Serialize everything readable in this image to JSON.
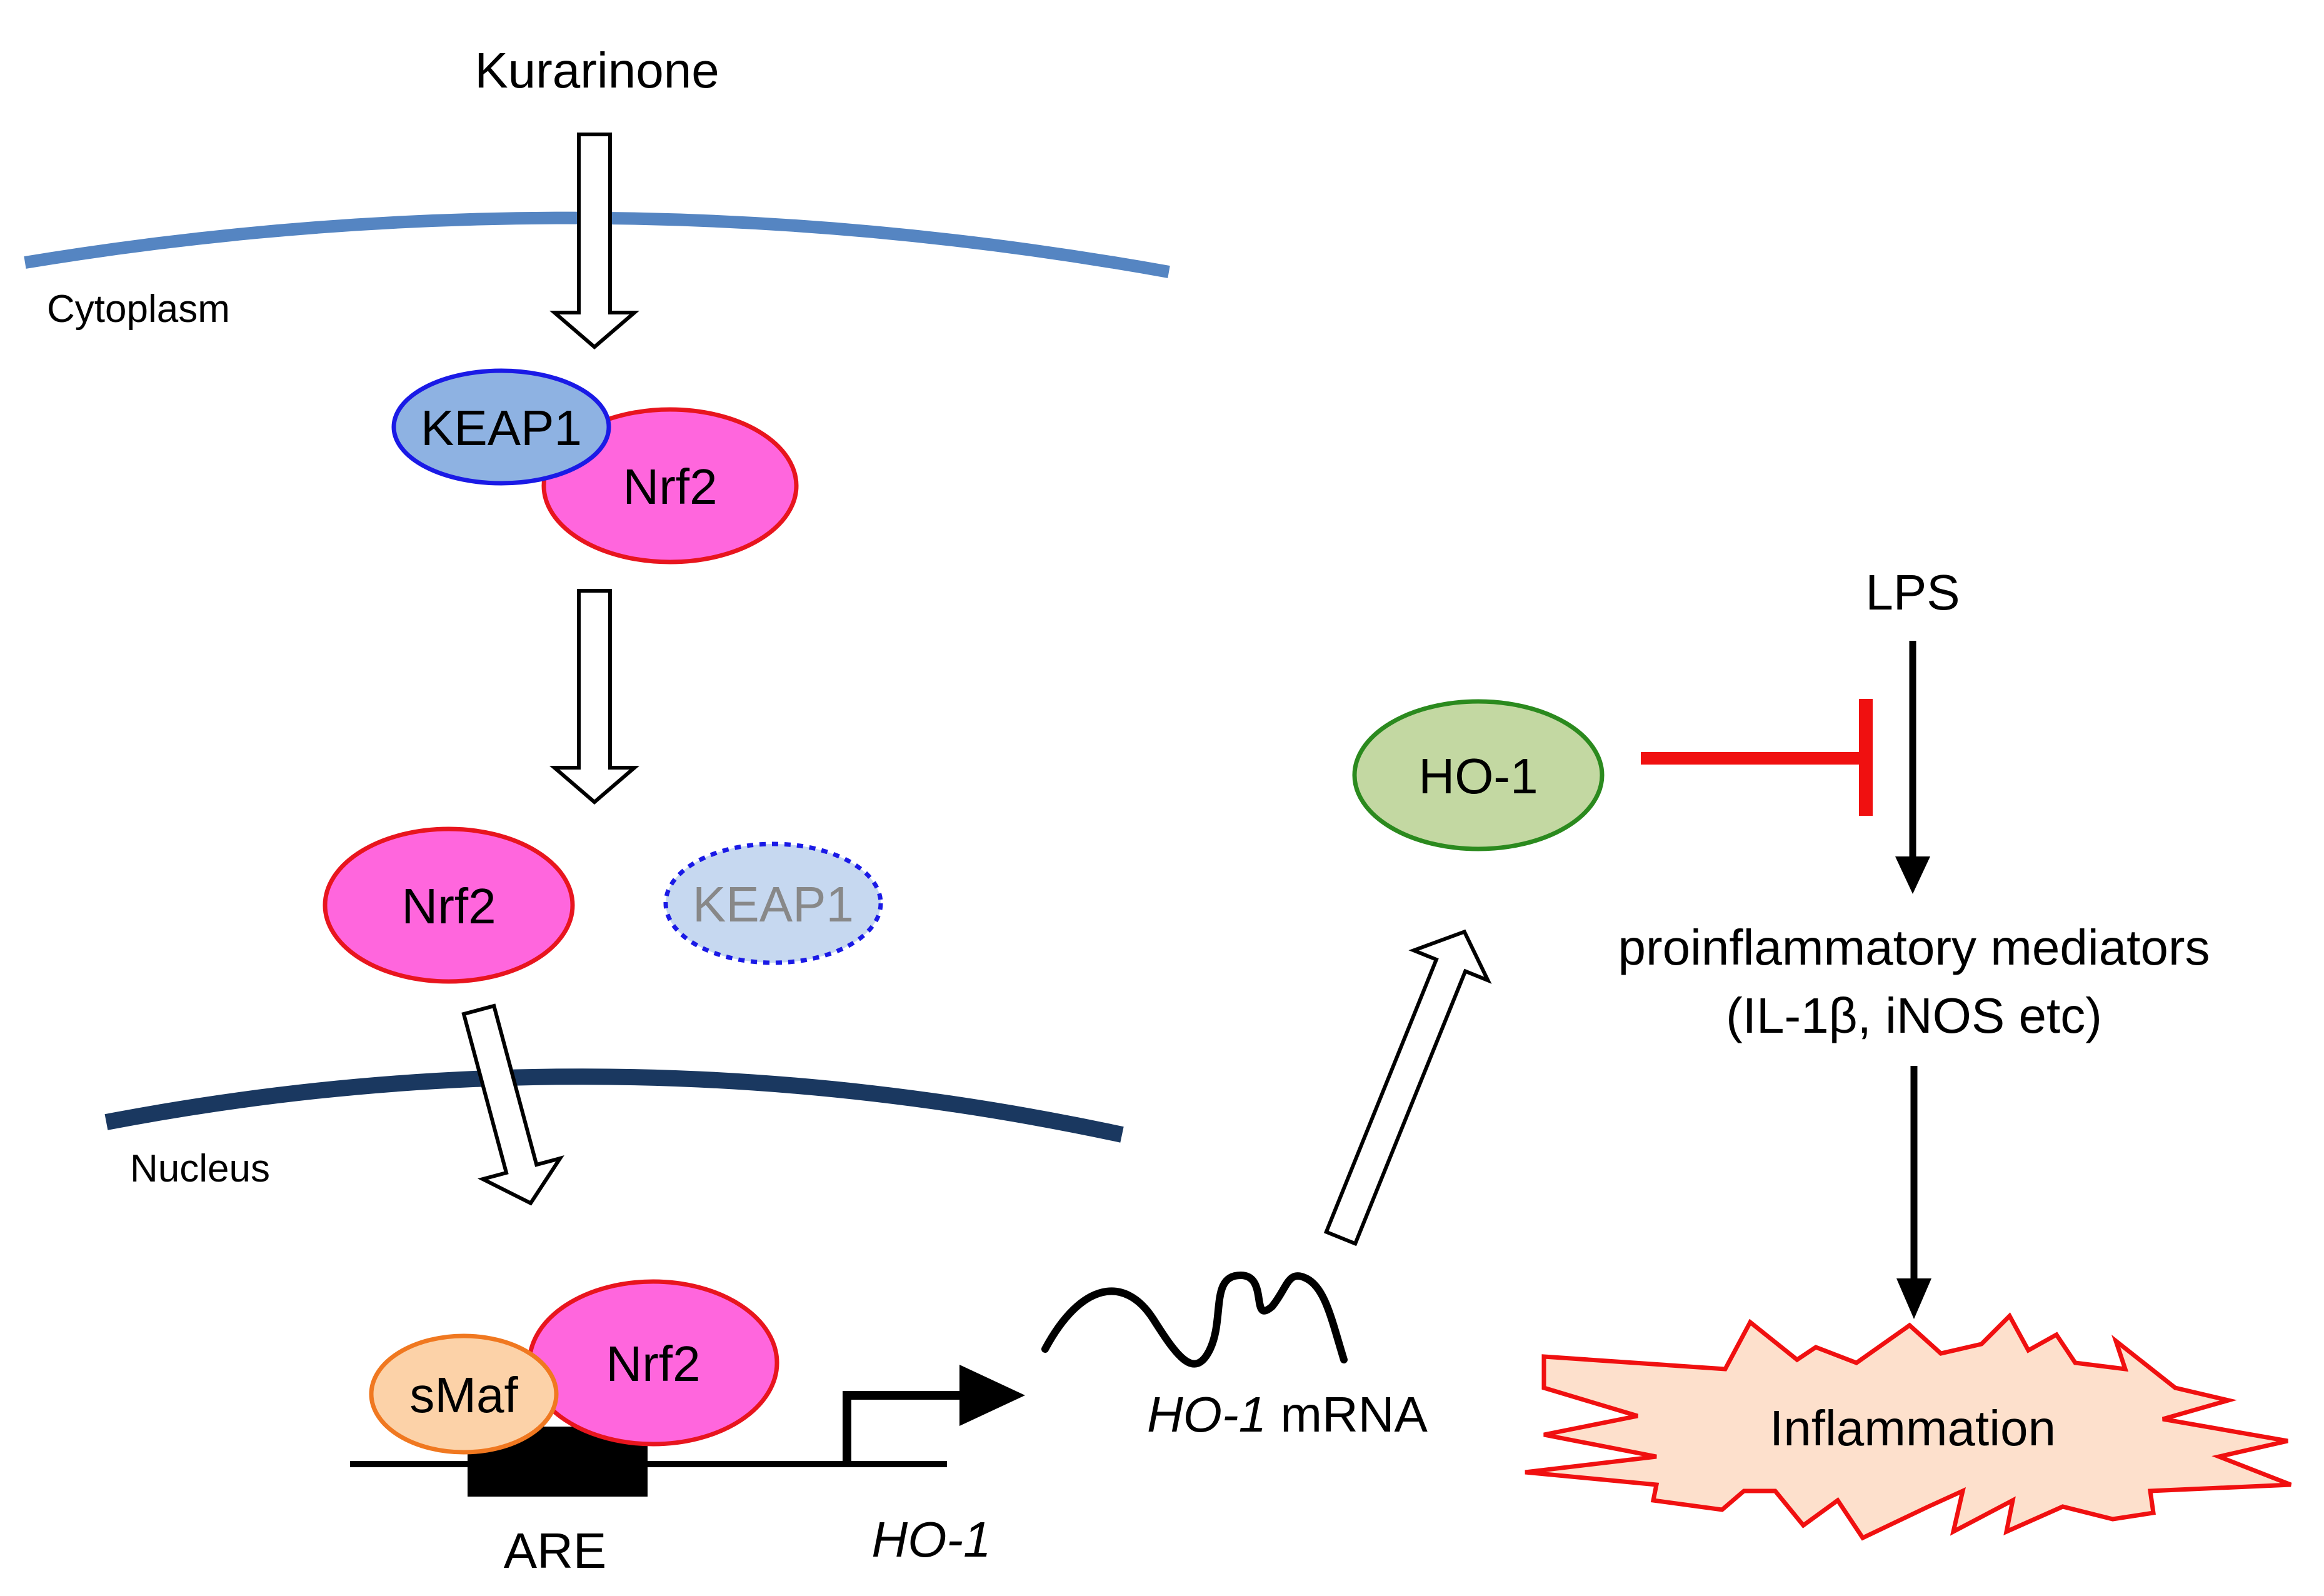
{
  "labels": {
    "kurarinone": "Kurarinone",
    "cytoplasm": "Cytoplasm",
    "nucleus": "Nucleus",
    "keap1": "KEAP1",
    "nrf2": "Nrf2",
    "keap1_released": "KEAP1",
    "smaf": "sMaf",
    "are": "ARE",
    "ho1_gene": "HO-1",
    "ho1_mrna_gene": "HO-1",
    "mrna": " mRNA",
    "ho1_protein": "HO-1",
    "lps": "LPS",
    "mediators_line1": "proinflammatory mediators",
    "mediators_line2": "(IL-1β, iNOS etc)",
    "inflammation": "Inflammation"
  },
  "colors": {
    "cytoplasm_membrane": "#5585c2",
    "nuclear_membrane": "#1a3860",
    "nrf2_fill": "#ff66dd",
    "nrf2_stroke": "#e8151e",
    "keap1_fill": "#8eb2e2",
    "keap1_stroke": "#1a1ae6",
    "keap1_released_fill": "#c6d8f0",
    "keap1_released_text": "#888888",
    "smaf_fill": "#fcd2a8",
    "smaf_stroke": "#f07820",
    "ho1_fill": "#c3d8a2",
    "ho1_stroke": "#2b8a1e",
    "inhibit": "#f01010",
    "inflammation_fill": "#fde0cc",
    "inflammation_stroke": "#f01010"
  }
}
